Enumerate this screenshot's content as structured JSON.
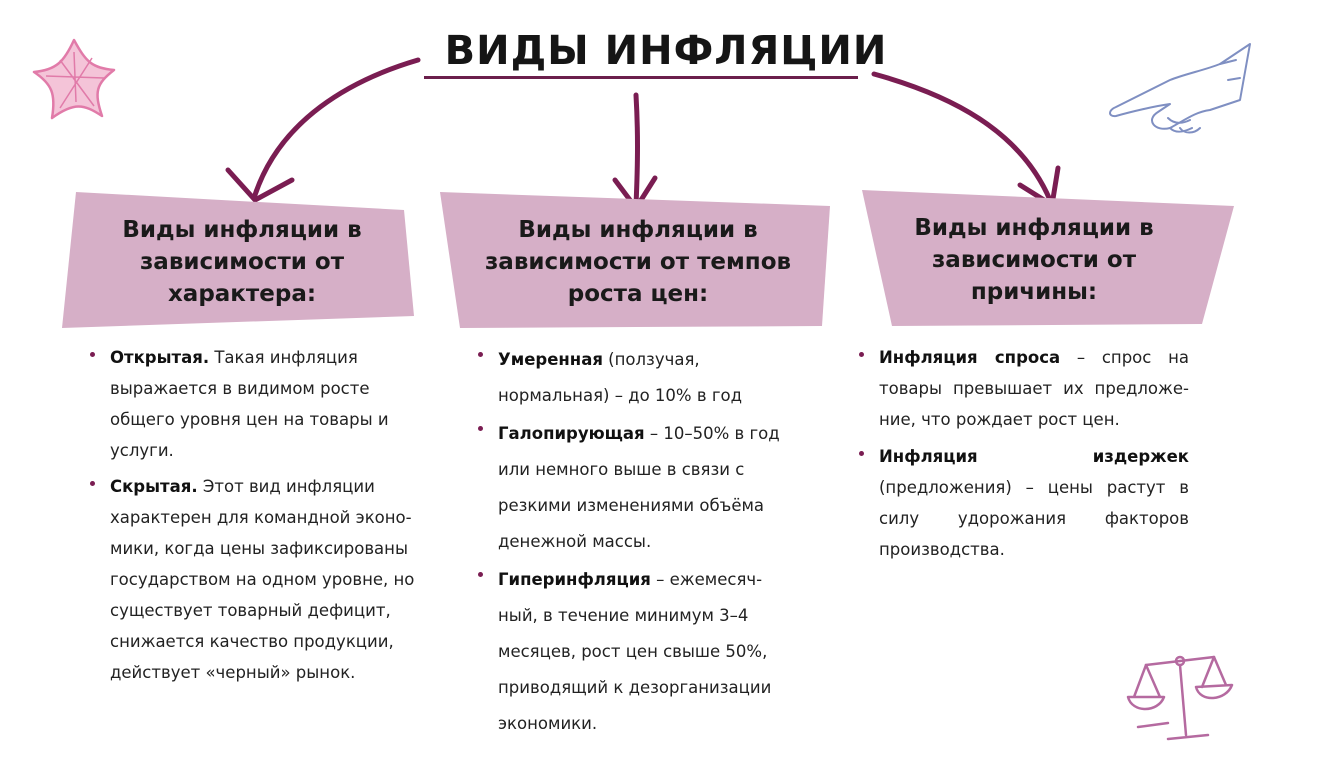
{
  "title": "ВИДЫ ИНФЛЯЦИИ",
  "colors": {
    "accent": "#7a1d52",
    "box_fill": "#d6afc7",
    "flower": "#e17ba9",
    "hand": "#7f8fc2",
    "scales": "#b56aa0"
  },
  "icons": [
    "flower-icon",
    "pointing-hand-icon",
    "scales-icon"
  ],
  "columns": [
    {
      "heading": "Виды инфляции в зависимости от характера:",
      "items": [
        {
          "term": "Открытая.",
          "text": " Такая инфляция выражается в видимом росте общего уровня цен на товары и услуги."
        },
        {
          "term": "Скрытая.",
          "text": " Этот вид инфляции характерен для командной эконо-мики, когда цены зафиксированы государством на одном уровне, но существует товарный дефицит, снижается качество продукции, действует «черный» рынок."
        }
      ]
    },
    {
      "heading": "Виды инфляции в зависимости от темпов роста цен:",
      "items": [
        {
          "term": "Умеренная",
          "text": " (ползучая, нормальная) – до 10% в год"
        },
        {
          "term": "Галопирующая",
          "text": " – 10–50% в год или немного выше в связи с резкими изменениями объёма денежной массы."
        },
        {
          "term": "Гиперинфляция",
          "text": " – ежемесяч-ный, в течение минимум 3–4 месяцев, рост цен свыше 50%, приводящий к дезорганизации экономики."
        }
      ]
    },
    {
      "heading": "Виды инфляции в зависимости от причины:",
      "items": [
        {
          "term": "Инфляция спроса",
          "text": " – спрос на товары превышает их предложе-ние, что рождает рост цен."
        },
        {
          "term": "Инфляция издержек",
          "text": " (предложения) – цены растут в силу удорожания факторов производства."
        }
      ]
    }
  ]
}
